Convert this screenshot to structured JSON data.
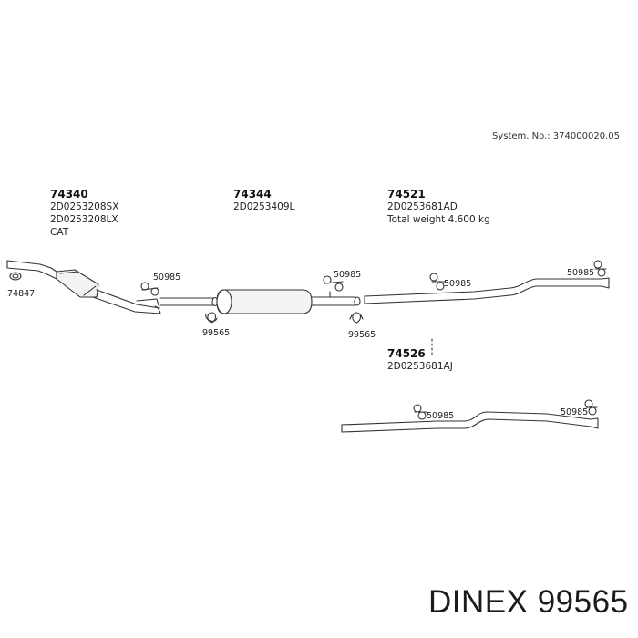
{
  "system_no": "System. No.: 374000020.05",
  "groups": [
    {
      "id": "74340",
      "lines": [
        "2D0253208SX",
        "2D0253208LX",
        "CAT"
      ]
    },
    {
      "id": "74344",
      "lines": [
        "2D0253409L"
      ]
    },
    {
      "id": "74521",
      "lines": [
        "2D0253681AD",
        "Total weight 4.600 kg"
      ]
    },
    {
      "id": "74526",
      "lines": [
        "2D0253681AJ"
      ]
    }
  ],
  "callouts": {
    "flange_gasket": "74847",
    "clamp_a": "99565",
    "clamp_b": "99565",
    "hanger_1": "50985",
    "hanger_2": "50985",
    "hanger_3": "50985",
    "hanger_4": "50985",
    "hanger_5": "50985",
    "hanger_6": "50985"
  },
  "footer": {
    "brand": "DINEX",
    "part_number": "99565"
  }
}
